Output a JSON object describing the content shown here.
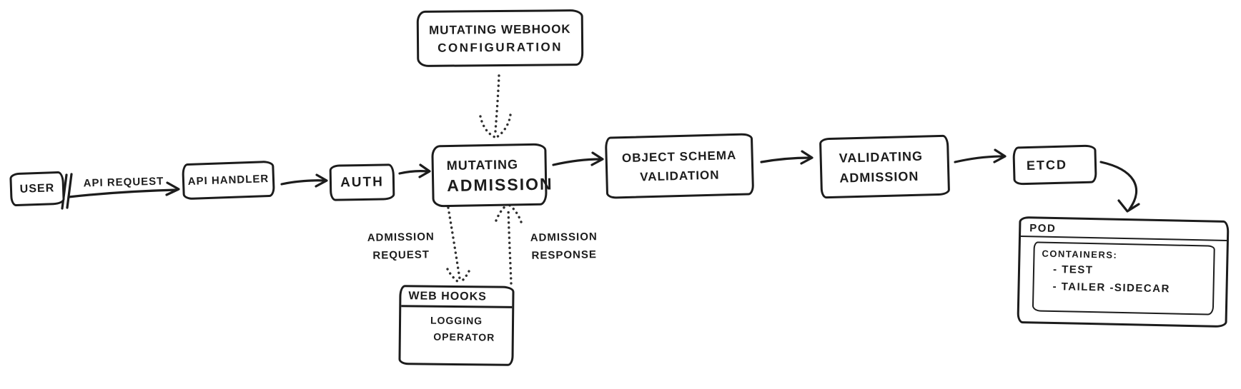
{
  "colors": {
    "background": "#ffffff",
    "ink": "#1c1c1c",
    "dotted_ink": "#2f2f2f"
  },
  "nodes": {
    "user": {
      "label": "USER"
    },
    "api_handler": {
      "label": "API HANDLER"
    },
    "auth": {
      "label": "AUTH"
    },
    "mutating_admission": {
      "line1": "MUTATING",
      "line2": "ADMISSION"
    },
    "object_schema_validation": {
      "line1": "OBJECT SCHEMA",
      "line2": "VALIDATION"
    },
    "validating_admission": {
      "line1": "VALIDATING",
      "line2": "ADMISSION"
    },
    "etcd": {
      "label": "ETCD"
    },
    "mutating_webhook_configuration": {
      "line1": "MUTATING WEBHOOK",
      "line2": "CONFIGURATION"
    },
    "webhooks": {
      "title": "WEB HOOKS",
      "line1": "LOGGING",
      "line2": "OPERATOR"
    },
    "pod": {
      "title": "POD",
      "containers_heading": "CONTAINERS:",
      "containers": [
        "- TEST",
        "- TAILER -SIDECAR"
      ]
    }
  },
  "edge_labels": {
    "api_request": "API REQUEST",
    "admission_request": {
      "line1": "ADMISSION",
      "line2": "REQUEST"
    },
    "admission_response": {
      "line1": "ADMISSION",
      "line2": "RESPONSE"
    }
  }
}
